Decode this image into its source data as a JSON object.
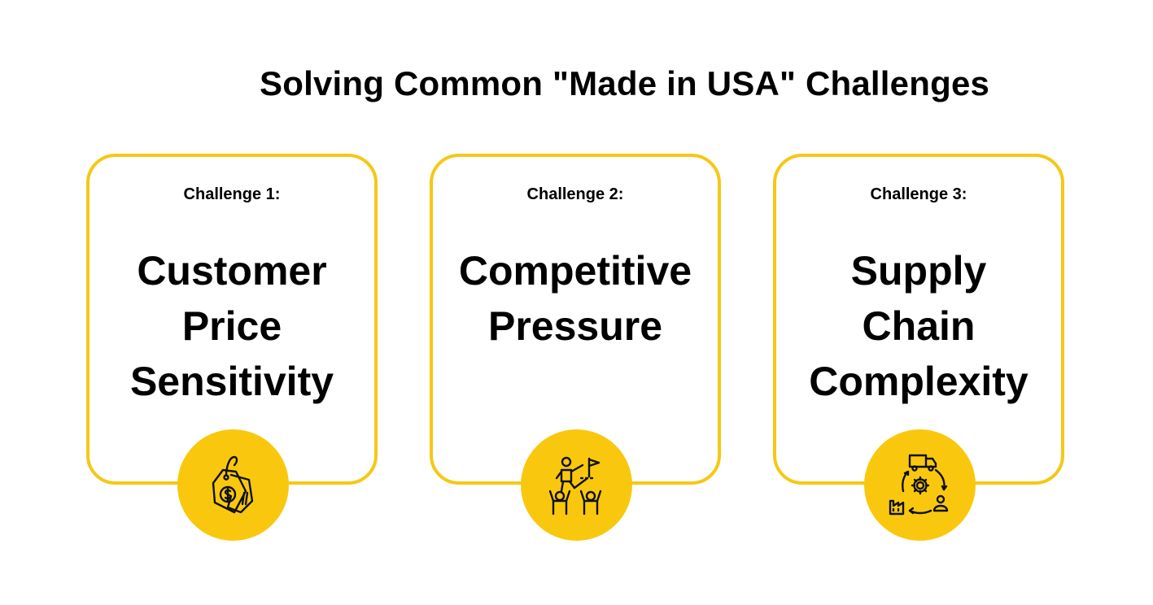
{
  "title": "Solving Common \"Made in USA\" Challenges",
  "cards": [
    {
      "label": "Challenge 1:",
      "lines": [
        "Customer",
        "Price",
        "Sensitivity"
      ],
      "icon": "price-tag-icon"
    },
    {
      "label": "Challenge 2:",
      "lines": [
        "Competitive",
        "Pressure"
      ],
      "icon": "competition-icon"
    },
    {
      "label": "Challenge 3:",
      "lines": [
        "Supply",
        "Chain",
        "Complexity"
      ],
      "icon": "supply-chain-icon"
    }
  ],
  "colors": {
    "accent": "#F9C80E",
    "border": "#F5C816",
    "text": "#000000",
    "background": "#FFFFFF"
  }
}
